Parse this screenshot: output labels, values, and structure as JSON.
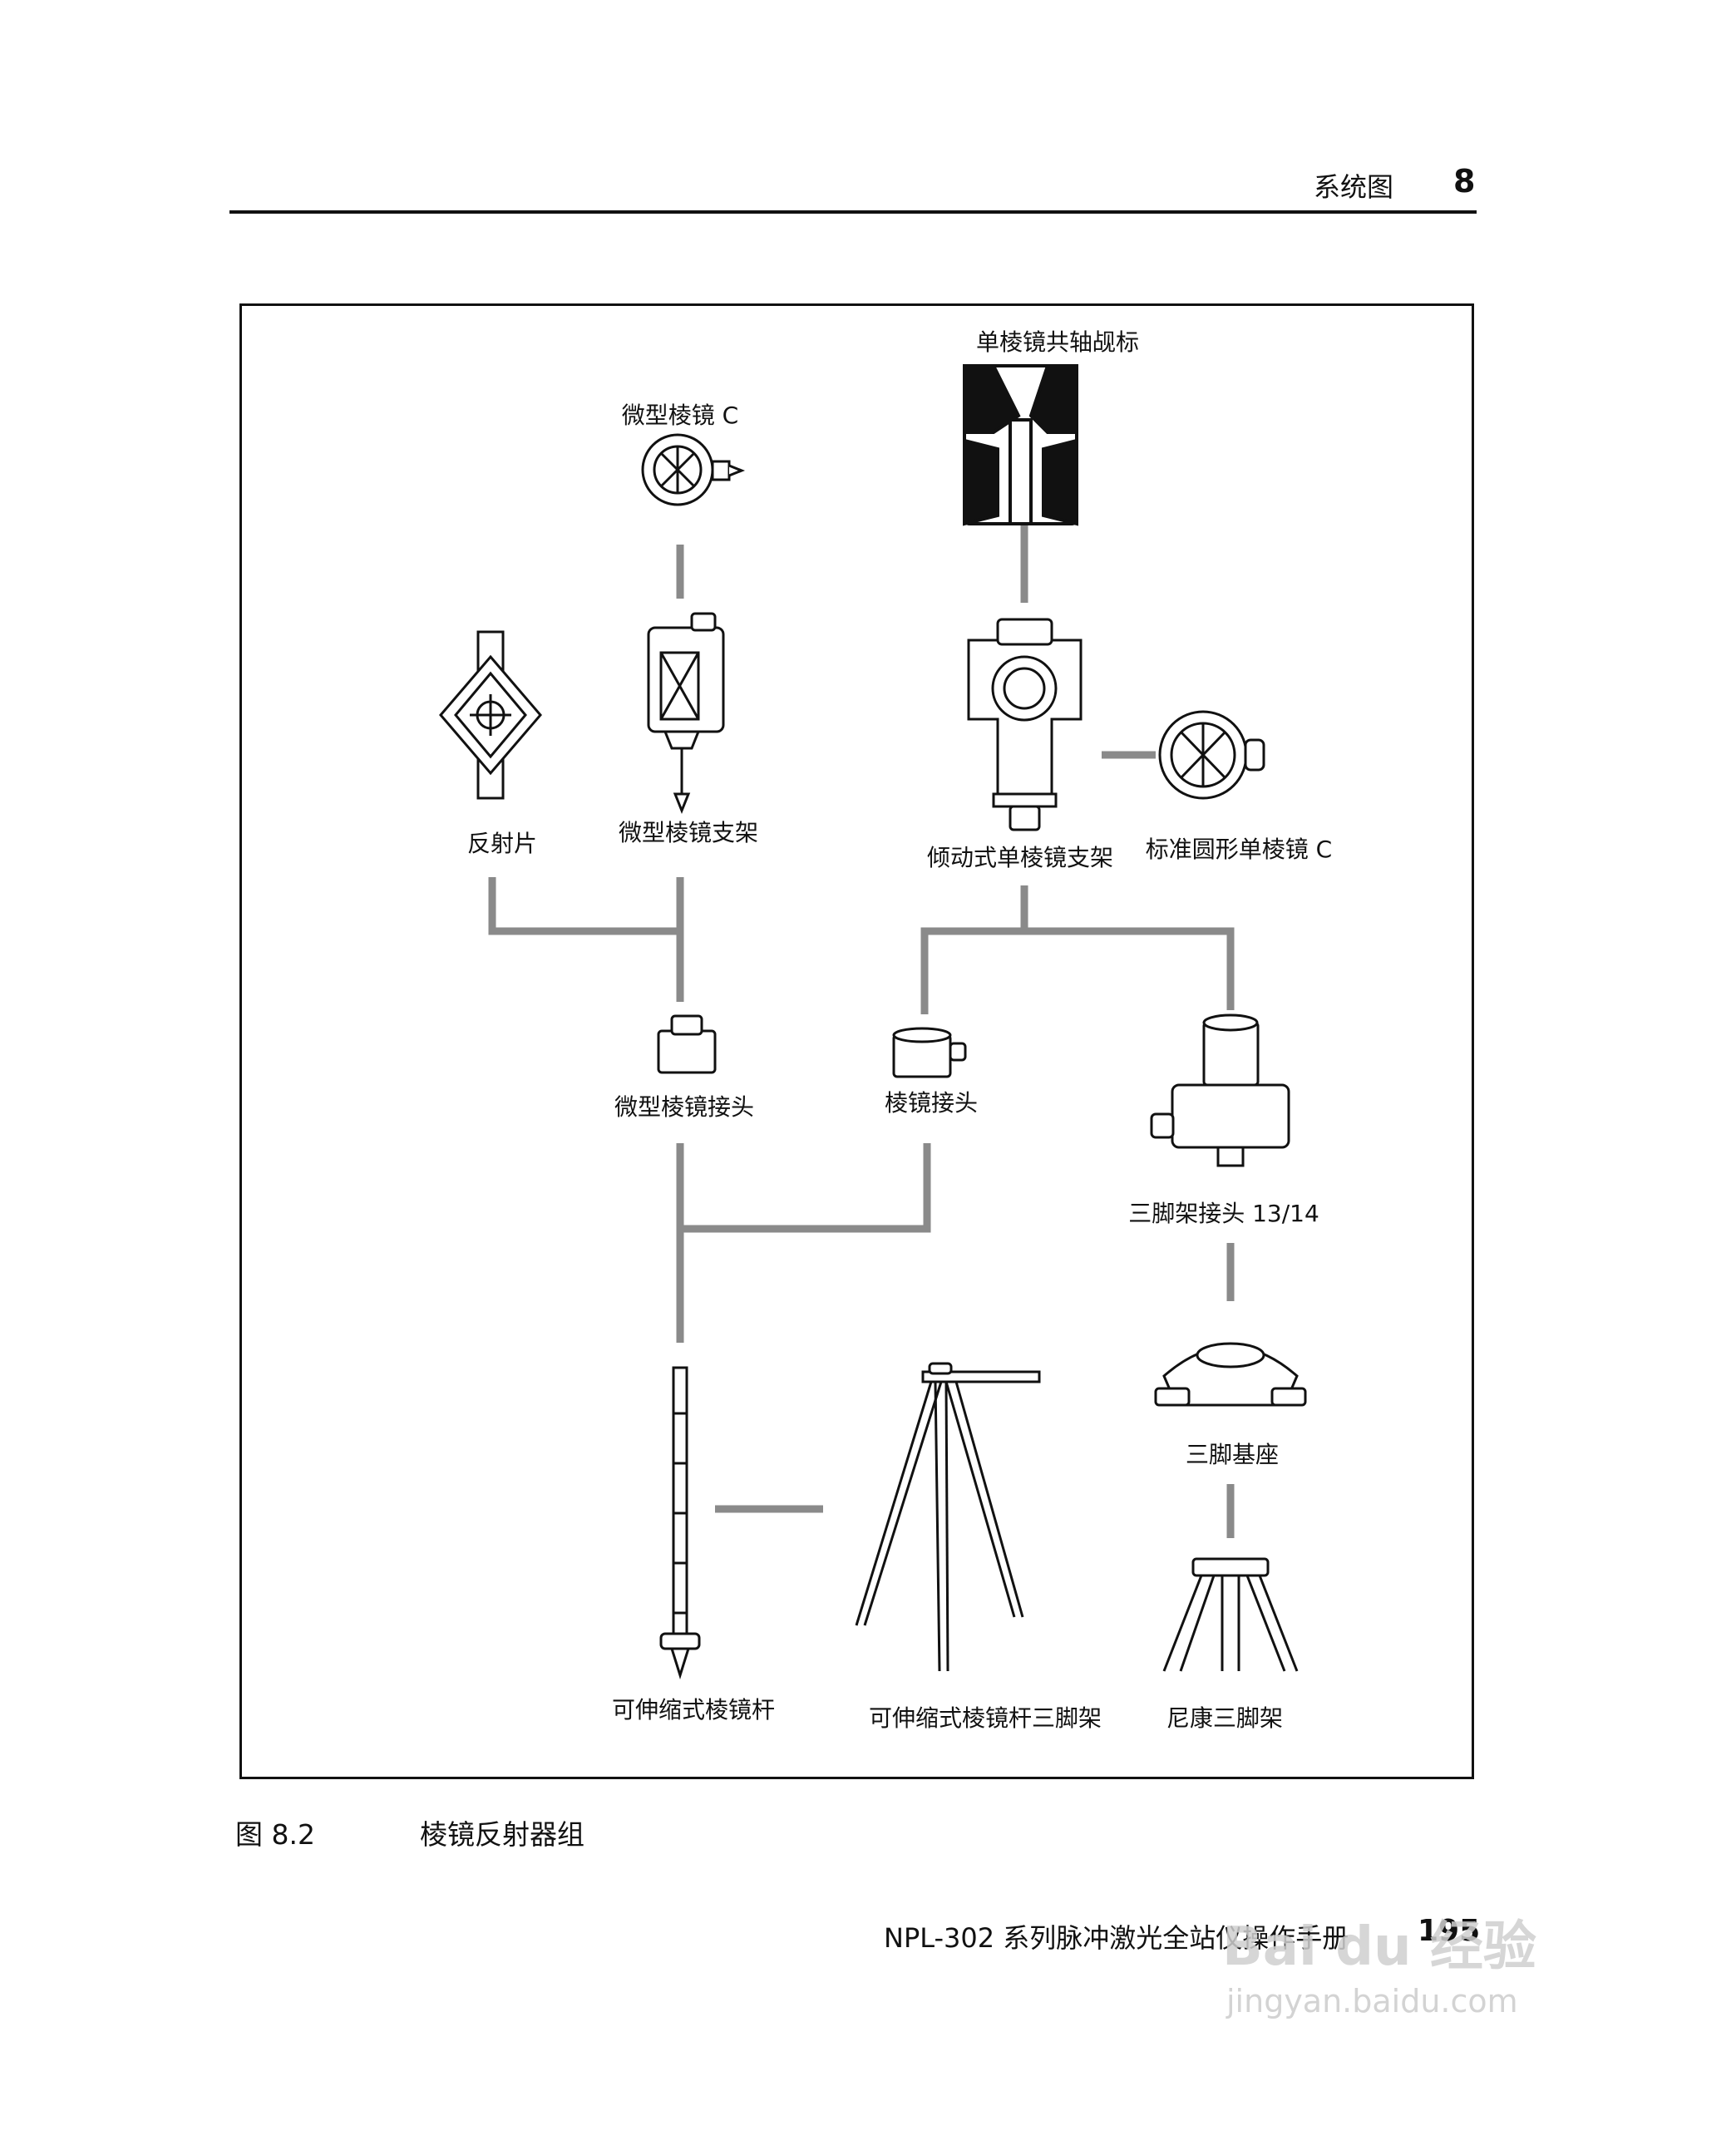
{
  "header": {
    "title": "系统图",
    "chapter": "8"
  },
  "diagram": {
    "labels": {
      "single_prism_target": "单棱镜共轴觇标",
      "mini_prism_c": "微型棱镜 C",
      "reflective_sheet": "反射片",
      "mini_prism_holder": "微型棱镜支架",
      "tilt_prism_holder": "倾动式单棱镜支架",
      "standard_round_prism": "标准圆形单棱镜 C",
      "mini_prism_adapter": "微型棱镜接头",
      "prism_adapter": "棱镜接头",
      "tripod_adapter": "三脚架接头 13/14",
      "tribrach": "三脚基座",
      "extendable_pole": "可伸缩式棱镜杆",
      "pole_tripod": "可伸缩式棱镜杆三脚架",
      "nikon_tripod": "尼康三脚架"
    }
  },
  "caption": {
    "figure": "图 8.2",
    "title": "棱镜反射器组"
  },
  "footer": {
    "text": "NPL-302 系列脉冲激光全站仪操作手册",
    "page": "195"
  },
  "watermark": {
    "brand": "Bai du 经验",
    "url": "jingyan.baidu.com"
  },
  "colors": {
    "connector": "#8a8a8a",
    "ink": "#111111"
  }
}
